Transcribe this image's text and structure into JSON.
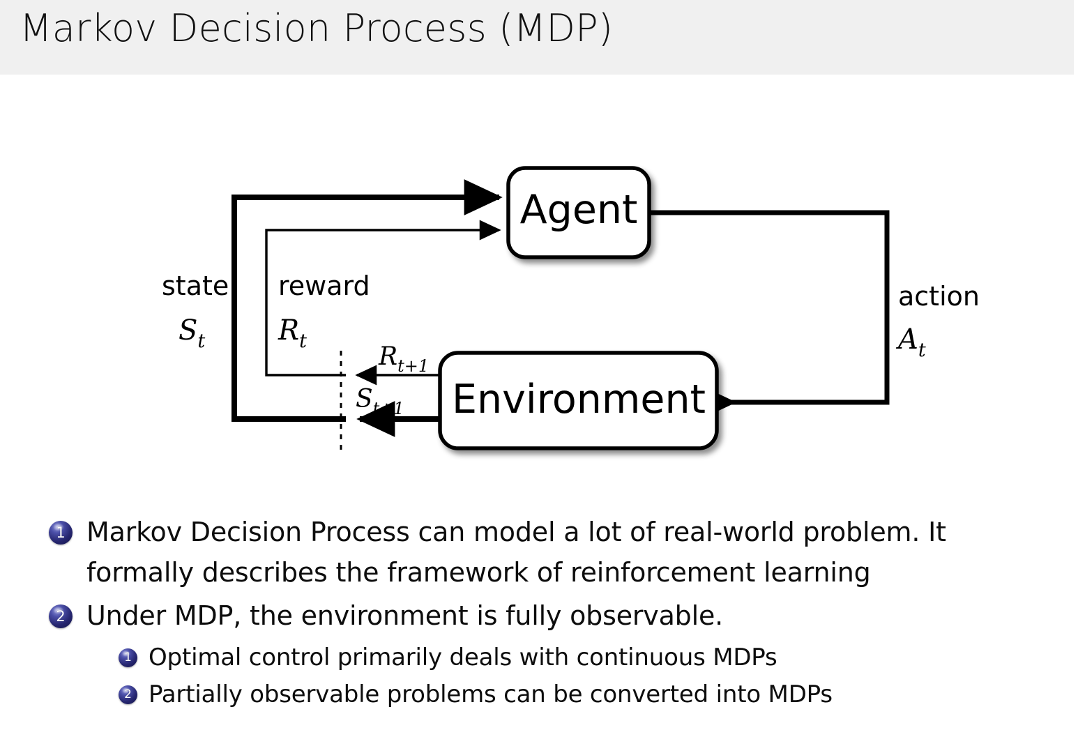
{
  "header": {
    "title": "Markov Decision Process (MDP)",
    "band_color": "#f0f0f0",
    "title_color": "#111111"
  },
  "diagram": {
    "name": "agent-environment-interaction-loop",
    "nodes": {
      "agent": "Agent",
      "environment": "Environment"
    },
    "edge_labels": {
      "state_word": "state",
      "state_symbol": "S",
      "state_symbol_sub": "t",
      "reward_word": "reward",
      "reward_symbol": "R",
      "reward_symbol_sub": "t",
      "action_word": "action",
      "action_symbol": "A",
      "action_symbol_sub": "t",
      "reward_next": "R",
      "reward_next_sub": "t+1",
      "state_next": "S",
      "state_next_sub": "t+1"
    },
    "line_color": "#000000",
    "box_fill": "#ffffff"
  },
  "bullets": {
    "level1": [
      {
        "number": "1",
        "text": "Markov Decision Process can model a lot of real-world problem. It formally describes the framework of reinforcement learning",
        "line1": "Markov Decision Process can model a lot of real-world problem. It",
        "line2": "formally describes the framework of reinforcement learning"
      },
      {
        "number": "2",
        "text": "Under MDP, the environment is fully observable."
      }
    ],
    "level2": [
      {
        "number": "1",
        "text": "Optimal control primarily deals with continuous MDPs"
      },
      {
        "number": "2",
        "text": "Partially observable problems can be converted into MDPs"
      }
    ],
    "marker_color": "#25256e",
    "text_color": "#0d0d0d"
  }
}
